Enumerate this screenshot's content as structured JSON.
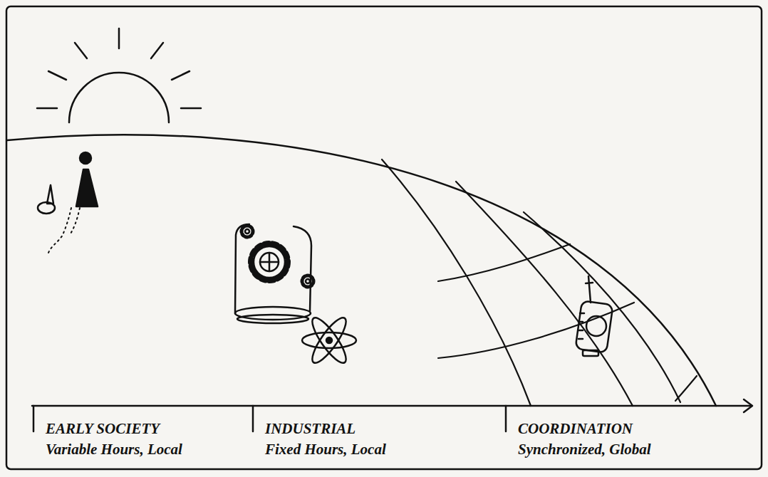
{
  "diagram": {
    "labels": [
      "EARLY SOCIETY",
      "Variable Hours, Local",
      "INDUSTRIAL",
      "Fixed Hours, Local",
      "COORDINATION",
      "Synchronized, Global"
    ]
  }
}
